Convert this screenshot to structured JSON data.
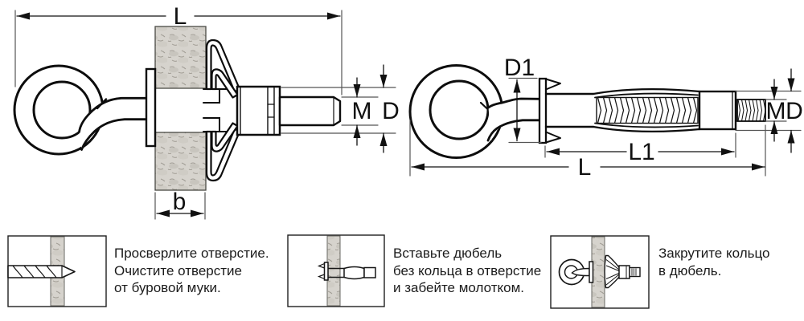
{
  "figures": {
    "installed": {
      "dim_length": "L",
      "dim_thread": "M",
      "dim_diameter": "D",
      "dim_wall_thickness": "b"
    },
    "product": {
      "dim_flange_diameter": "D1",
      "dim_body_length": "L1",
      "dim_length": "L",
      "dim_thread": "M",
      "dim_diameter": "D"
    }
  },
  "steps": [
    {
      "lines": [
        "Просверлите отверстие.",
        "Очистите отверстие",
        "от буровой муки."
      ]
    },
    {
      "lines": [
        "Вставьте дюбель",
        "без кольца в отверстие",
        "и забейте молотком."
      ]
    },
    {
      "lines": [
        "Закрутите кольцо",
        "в дюбель."
      ]
    }
  ],
  "colors": {
    "line": "#111111",
    "ext_line": "#555555",
    "wall_base": "#d6d3cd",
    "wall_shade": "#c8c5be",
    "wall_speck": "#a29e96",
    "text": "#1b1b1b",
    "background": "#ffffff"
  }
}
